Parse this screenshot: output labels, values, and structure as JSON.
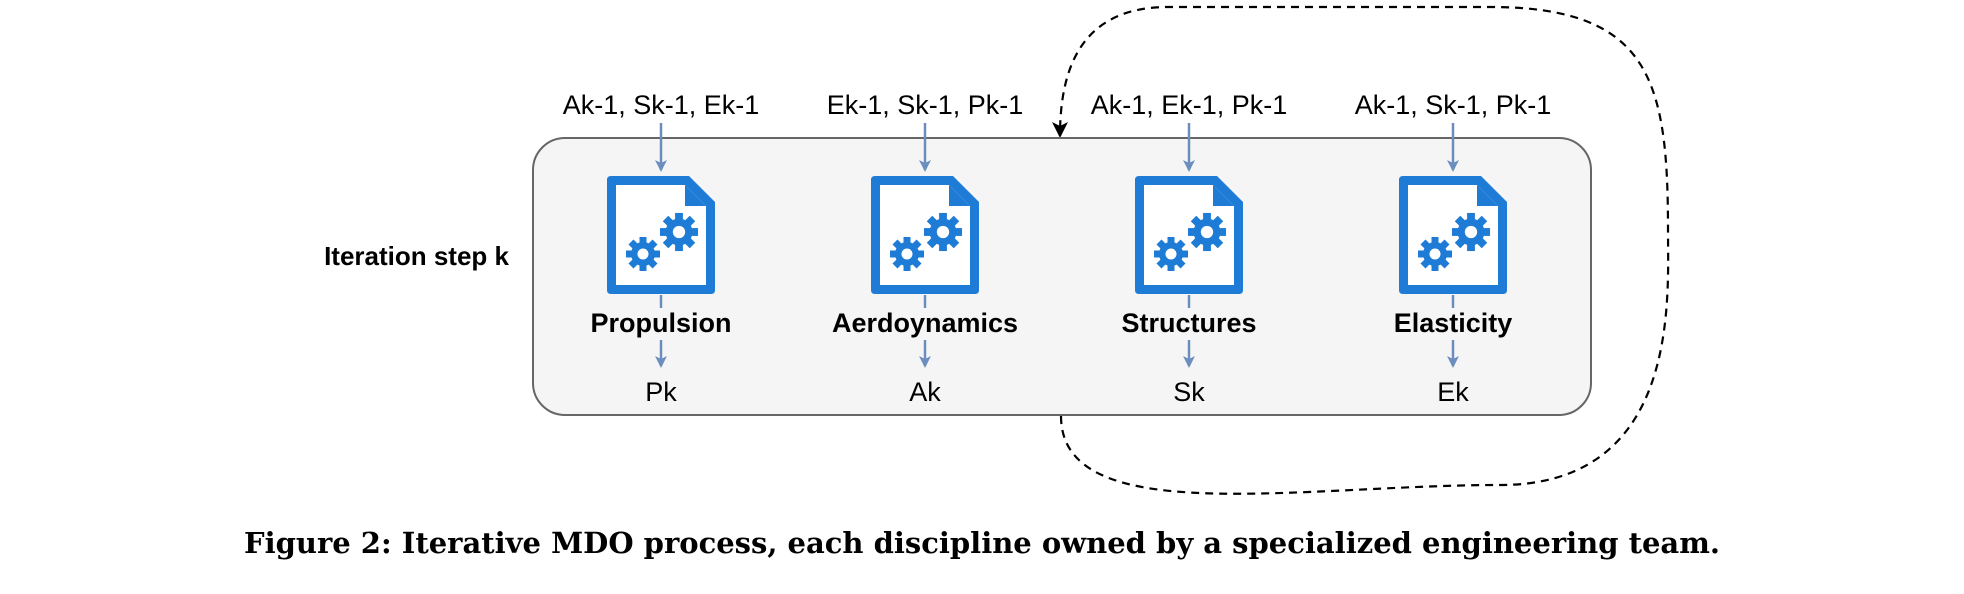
{
  "iteration_label": "Iteration step k",
  "disciplines": [
    {
      "name": "Propulsion",
      "inputs": "Ak-1, Sk-1, Ek-1",
      "output": "Pk",
      "icon": "gear-document-icon"
    },
    {
      "name": "Aerdoynamics",
      "inputs": "Ek-1, Sk-1, Pk-1",
      "output": "Ak",
      "icon": "gear-document-icon"
    },
    {
      "name": "Structures",
      "inputs": "Ak-1, Ek-1, Pk-1",
      "output": "Sk",
      "icon": "gear-document-icon"
    },
    {
      "name": "Elasticity",
      "inputs": "Ak-1, Sk-1, Pk-1",
      "output": "Ek",
      "icon": "gear-document-icon"
    }
  ],
  "caption": "Figure 2: Iterative MDO process, each discipline owned by a specialized engineering team.",
  "colors": {
    "icon_blue": "#1e7bd6",
    "arrow_blue": "#6c8ebf",
    "box_fill": "#f5f5f5",
    "box_stroke": "#666666"
  }
}
